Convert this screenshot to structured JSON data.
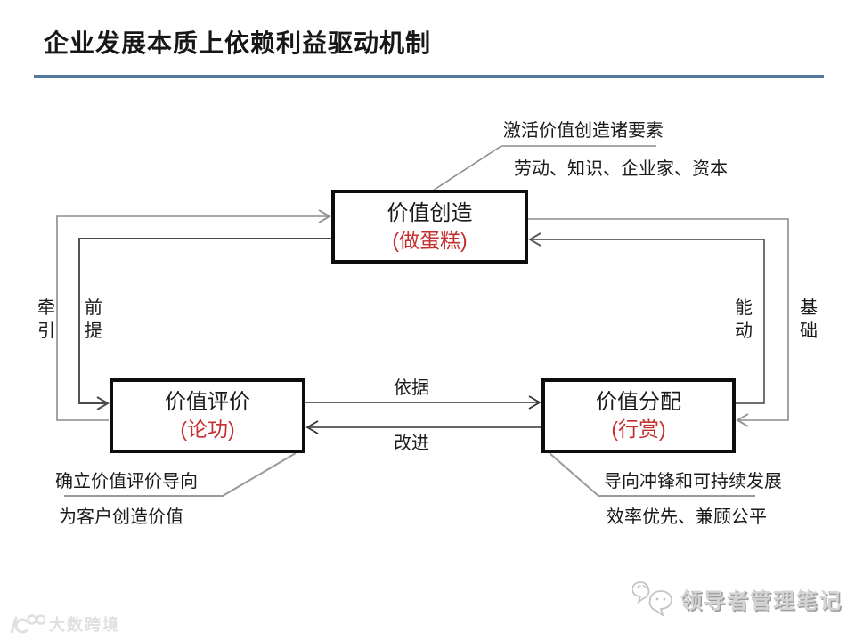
{
  "title": "企业发展本质上依赖利益驱动机制",
  "colors": {
    "title_rule": "#54779e",
    "box_border": "#0d0d0d",
    "box_subtitle_red": "#c62f2f",
    "connector_gray": "#8c8c8c",
    "connector_dark": "#4a4a4a"
  },
  "diagram": {
    "boxes": {
      "creation": {
        "title": "价值创造",
        "subtitle": "(做蛋糕)"
      },
      "evaluation": {
        "title": "价值评价",
        "subtitle": "(论功)"
      },
      "distribution": {
        "title": "价值分配",
        "subtitle": "(行赏)"
      }
    },
    "edge_labels": {
      "left_outer": "牵引",
      "left_inner": "前提",
      "right_inner": "能动",
      "right_outer": "基础",
      "mid_top": "依据",
      "mid_bottom": "改进"
    },
    "annotations": {
      "top": {
        "line1": "激活价值创造诸要素",
        "line2": "劳动、知识、企业家、资本"
      },
      "bottom_left": {
        "line1": "确立价值评价导向",
        "line2": "为客户创造价值"
      },
      "bottom_right": {
        "line1": "导向冲锋和可持续发展",
        "line2": "效率优先、兼顾公平"
      }
    }
  },
  "footer": {
    "watermark": "大数跨境",
    "brand": "领导者管理笔记"
  }
}
